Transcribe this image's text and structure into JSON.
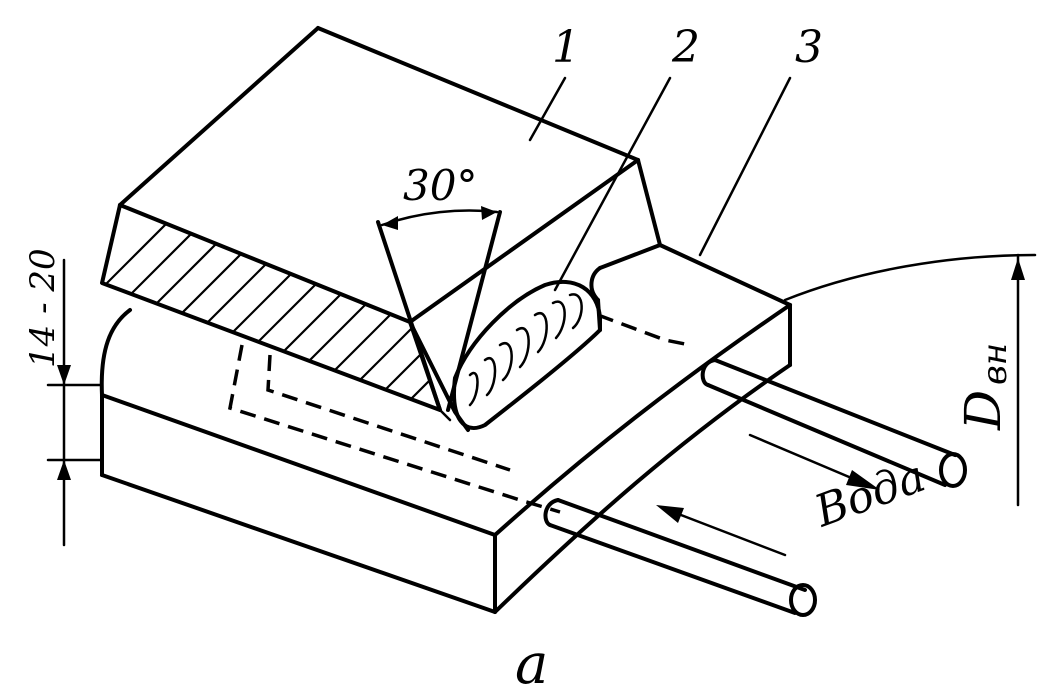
{
  "labels": {
    "part1": "1",
    "part2": "2",
    "part3": "3",
    "angle": "30°",
    "gap": "14 - 20",
    "water": "Вода",
    "diameter": "D",
    "diameter_sub": "вн",
    "caption": "a"
  }
}
